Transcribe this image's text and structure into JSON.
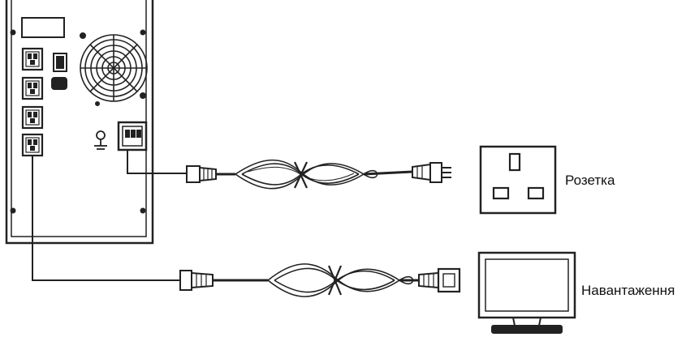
{
  "labels": {
    "socket": "Розетка",
    "load": "Навантаження"
  },
  "icons": {
    "ups": "ups-rear-panel",
    "input_cable": "power-cord-icon",
    "output_cable": "iec-cord-icon",
    "socket": "wall-socket-icon",
    "load": "monitor-icon"
  },
  "colors": {
    "stroke": "#222222",
    "background": "#ffffff"
  }
}
